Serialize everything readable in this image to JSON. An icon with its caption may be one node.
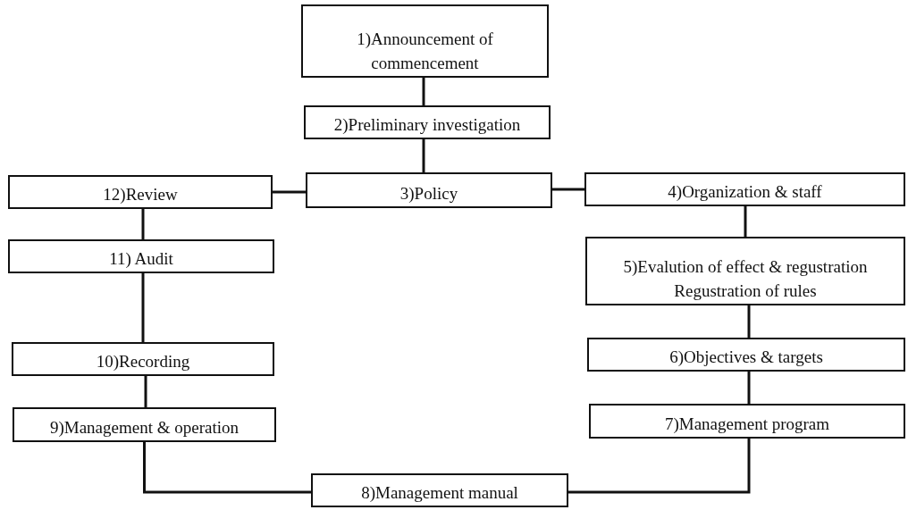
{
  "diagram": {
    "nodes": [
      {
        "text": [
          "1)Announcement of commencement"
        ]
      },
      {
        "text": [
          "2)Preliminary investigation"
        ]
      },
      {
        "text": [
          "3)Policy"
        ]
      },
      {
        "text": [
          "4)Organization & staff"
        ]
      },
      {
        "text": [
          "5)Evalution of effect & regustration",
          "Regustration of rules"
        ]
      },
      {
        "text": [
          "6)Objectives & targets"
        ]
      },
      {
        "text": [
          "7)Management program"
        ]
      },
      {
        "text": [
          "8)Management manual"
        ]
      },
      {
        "text": [
          "9)Management & operation"
        ]
      },
      {
        "text": [
          "10)Recording"
        ]
      },
      {
        "text": [
          "11) Audit"
        ]
      },
      {
        "text": [
          "12)Review"
        ]
      }
    ],
    "edges": [
      {
        "from": 0,
        "to": 1,
        "arrow": "none"
      },
      {
        "from": 1,
        "to": 2,
        "arrow": "none"
      },
      {
        "from": 2,
        "to": 3,
        "arrow": "none"
      },
      {
        "from": 3,
        "to": 4,
        "arrow": "none"
      },
      {
        "from": 4,
        "to": 5,
        "arrow": "none"
      },
      {
        "from": 5,
        "to": 6,
        "arrow": "none"
      },
      {
        "from": 6,
        "to": 7,
        "arrow": "none"
      },
      {
        "from": 8,
        "to": 7,
        "arrow": "none"
      },
      {
        "from": 9,
        "to": 8,
        "arrow": "none"
      },
      {
        "from": 10,
        "to": 9,
        "arrow": "none"
      },
      {
        "from": 11,
        "to": 10,
        "arrow": "none"
      },
      {
        "from": 2,
        "to": 11,
        "arrow": "none"
      }
    ]
  }
}
